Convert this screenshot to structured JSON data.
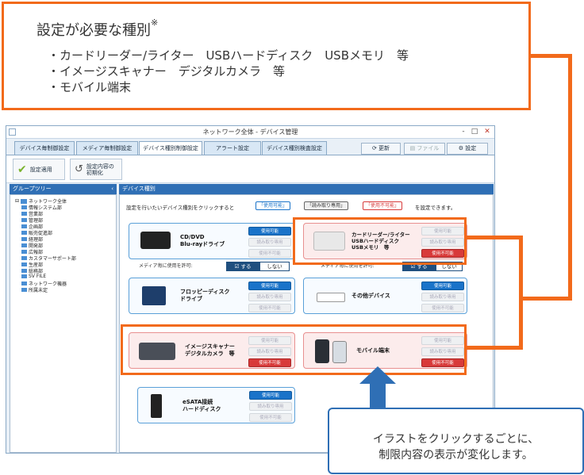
{
  "callout": {
    "title": "設定が必要な種別",
    "mark": "※",
    "items": [
      "・カードリーダー/ライター　USBハードディスク　USBメモリ　等",
      "・イメージスキャナー　デジタルカメラ　等",
      "・モバイル端末"
    ]
  },
  "window": {
    "title": "ネットワーク全体 - デバイス管理",
    "controls": {
      "minimize": "-",
      "maximize": "□",
      "close": "✕"
    },
    "tabs": [
      "デバイス毎制御設定",
      "メディア毎制御設定",
      "デバイス種別制御設定",
      "アラート設定",
      "デバイス種別検査設定"
    ],
    "top_buttons": {
      "refresh": "更新",
      "file": "ファイル",
      "settings": "設定"
    },
    "toolbar": {
      "apply": "設定適用",
      "reset": "設定内容の\n初期化"
    }
  },
  "sidebar": {
    "header": "グループツリー",
    "collapse": "‹",
    "root": "ネットワーク全体",
    "items": [
      "情報システム部",
      "営業部",
      "管理部",
      "企画部",
      "販売促進部",
      "経理部",
      "開発部",
      "広報部",
      "カスタマーサポート部",
      "生産部",
      "総務部",
      "SV FILE",
      "ネットワーク機器",
      "所属未定"
    ]
  },
  "main": {
    "header": "デバイス種別",
    "instr_prefix": "設定を行いたいデバイス種別をクリックすると",
    "legend": {
      "allowed": "「使用可能」",
      "readonly": "「読み取り専用」",
      "denied": "「使用不可能」"
    },
    "instr_suffix": "を設定できます。",
    "status": {
      "allowed": "使用可能",
      "readonly": "読み取り専用",
      "denied": "使用不可能"
    },
    "devices": [
      {
        "label": "CD/DVD\nBlu-rayドライブ",
        "state": "allowed"
      },
      {
        "label": "カードリーダー/ライター\nUSBハードディスク\nUSBメモリ　等",
        "state": "denied"
      },
      {
        "label": "フロッピーディスク\nドライブ",
        "state": "allowed"
      },
      {
        "label": "その他デバイス",
        "state": "allowed"
      },
      {
        "label": "イメージスキャナー\nデジタルカメラ　等",
        "state": "denied"
      },
      {
        "label": "モバイル端末",
        "state": "denied"
      },
      {
        "label": "eSATA接続\nハードディスク",
        "state": "allowed"
      }
    ],
    "permit_label": "メディア毎に使用を許可:",
    "permit_yes": "する",
    "permit_no": "しない"
  },
  "note": "イラストをクリックするごとに、\n制限内容の表示が変化します。",
  "colors": {
    "orange": "#f26a1b",
    "blue": "#2f6fb5",
    "allowed": "#1a73c9",
    "denied": "#d83a3a"
  }
}
